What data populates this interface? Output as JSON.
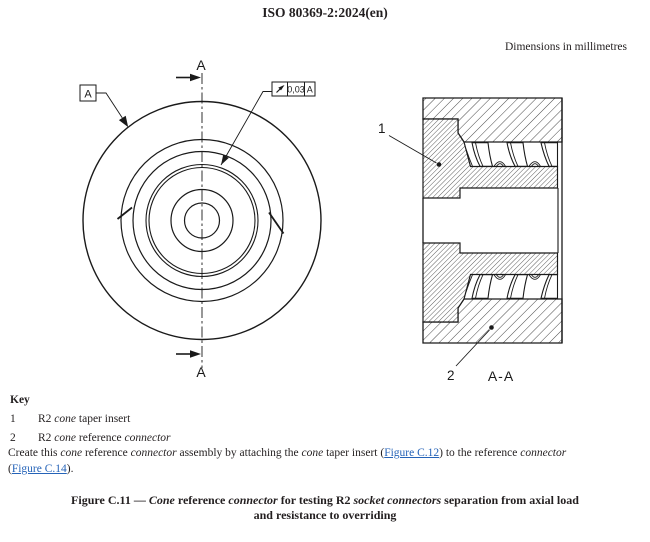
{
  "page": {
    "title": "ISO 80369-2:2024(en)",
    "dimensions_note": "Dimensions in millimetres"
  },
  "drawing": {
    "section_letter_top": "A",
    "section_letter_bottom": "A",
    "section_label": "A-A",
    "datum_label": "A",
    "fcf": {
      "symbol": "circular-runout",
      "value": "0,03",
      "datum": "A"
    },
    "callout_1": "1",
    "callout_2": "2",
    "line_color": "#1a1a1a"
  },
  "key": {
    "heading": "Key",
    "items": [
      {
        "num": "1",
        "segments": [
          {
            "t": "R2 "
          },
          {
            "t": "cone",
            "s": "i"
          },
          {
            "t": " taper insert"
          }
        ]
      },
      {
        "num": "2",
        "segments": [
          {
            "t": "R2 "
          },
          {
            "t": "cone",
            "s": "i"
          },
          {
            "t": " reference "
          },
          {
            "t": "connector",
            "s": "i"
          }
        ]
      }
    ]
  },
  "paragraph": {
    "segments": [
      {
        "t": "Create this "
      },
      {
        "t": "cone",
        "s": "i"
      },
      {
        "t": " reference "
      },
      {
        "t": "connector",
        "s": "i"
      },
      {
        "t": " assembly by attaching the "
      },
      {
        "t": "cone",
        "s": "i"
      },
      {
        "t": " taper insert ("
      },
      {
        "t": "Figure C.12",
        "s": "link"
      },
      {
        "t": ") to the reference "
      },
      {
        "t": "connector",
        "s": "i"
      },
      {
        "br": true
      },
      {
        "t": "("
      },
      {
        "t": "Figure C.14",
        "s": "link"
      },
      {
        "t": ")."
      }
    ]
  },
  "caption": {
    "segments": [
      {
        "t": "Figure C.11 — "
      },
      {
        "t": "Cone",
        "s": "i"
      },
      {
        "t": " reference "
      },
      {
        "t": "connector",
        "s": "i"
      },
      {
        "t": " for testing R2 "
      },
      {
        "t": "socket connectors",
        "s": "i"
      },
      {
        "t": " separation from axial load"
      },
      {
        "br": true
      },
      {
        "t": "and resistance to overriding"
      }
    ]
  }
}
